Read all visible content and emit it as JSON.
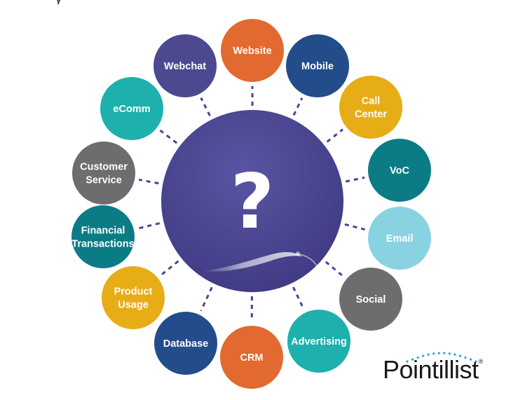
{
  "center": {
    "symbol": "?",
    "color": "#4a4590"
  },
  "connector_color": "#4a4590",
  "nodes": [
    {
      "id": "website",
      "lines": [
        "Website"
      ],
      "color": "#e2692f"
    },
    {
      "id": "mobile",
      "lines": [
        "Mobile"
      ],
      "color": "#234c8a"
    },
    {
      "id": "call-center",
      "lines": [
        "Call",
        "Center"
      ],
      "color": "#e7ad16"
    },
    {
      "id": "voc",
      "lines": [
        "VoC"
      ],
      "color": "#0b7c86"
    },
    {
      "id": "email",
      "lines": [
        "Email"
      ],
      "color": "#88d2e2"
    },
    {
      "id": "social",
      "lines": [
        "Social"
      ],
      "color": "#6e6c6f"
    },
    {
      "id": "advertising",
      "lines": [
        "Advertising"
      ],
      "color": "#1db0ad"
    },
    {
      "id": "crm",
      "lines": [
        "CRM"
      ],
      "color": "#e2692f"
    },
    {
      "id": "database",
      "lines": [
        "Database"
      ],
      "color": "#234c8a"
    },
    {
      "id": "product-usage",
      "lines": [
        "Product",
        "Usage"
      ],
      "color": "#e7ad16"
    },
    {
      "id": "financial-transactions",
      "lines": [
        "Financial",
        "Transactions"
      ],
      "color": "#0b7c86"
    },
    {
      "id": "customer-service",
      "lines": [
        "Customer",
        "Service"
      ],
      "color": "#6e6c6f"
    },
    {
      "id": "ecomm",
      "lines": [
        "eComm"
      ],
      "color": "#1db0ad"
    },
    {
      "id": "webchat",
      "lines": [
        "Webchat"
      ],
      "color": "#4c4990"
    }
  ],
  "logo": {
    "text": "Pointillist",
    "dot_color": "#2aa6c6"
  }
}
